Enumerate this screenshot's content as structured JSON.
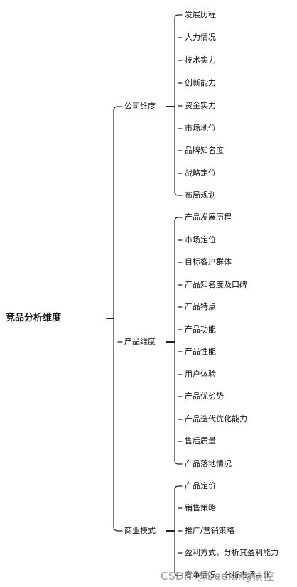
{
  "root": "竞品分析维度",
  "branches": [
    {
      "label": "公司维度",
      "leaves": [
        "发展历程",
        "人力情况",
        "技术实力",
        "创新能力",
        "资金实力",
        "市场地位",
        "品牌知名度",
        "战略定位",
        "布局规划"
      ]
    },
    {
      "label": "产品维度",
      "leaves": [
        "产品发展历程",
        "市场定位",
        "目标客户群体",
        "产品知名度及口碑",
        "产品特点",
        "产品功能",
        "产品性能",
        "用户体验",
        "产品优劣势",
        "产品迭代优化能力",
        "售后质量",
        "产品落地情况"
      ]
    },
    {
      "label": "商业模式",
      "leaves": [
        "产品定价",
        "销售策略",
        "推广/营销策略",
        "盈利方式，分析其盈利能力",
        "竞争情况，分析市场占比"
      ]
    }
  ],
  "watermark": "CSDN @Seeking扶控"
}
